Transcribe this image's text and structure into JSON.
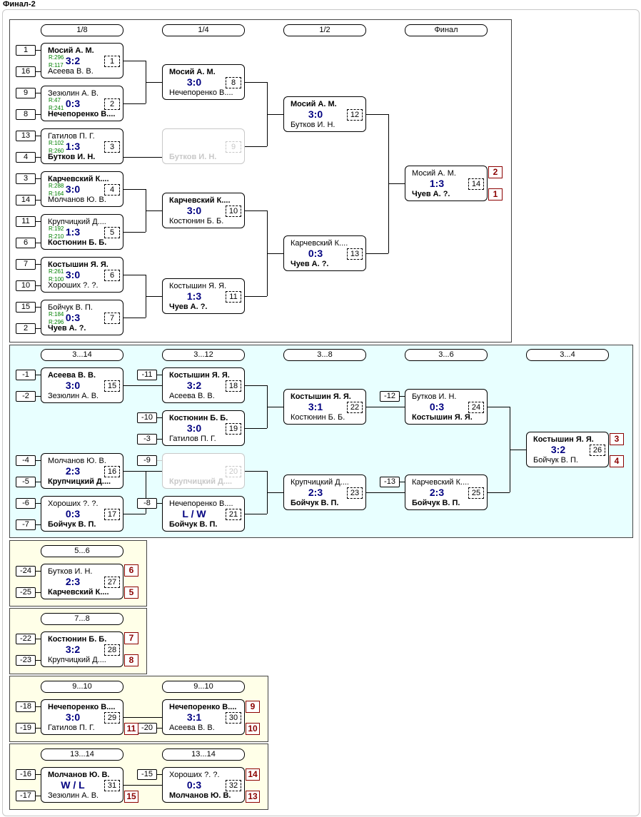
{
  "title": "Финал-2",
  "sections": [
    {
      "bg": "#ffffff",
      "rounds": [
        "1/8",
        "1/4",
        "1/2",
        "Финал"
      ],
      "seeds": [
        "1",
        "16",
        "9",
        "8",
        "13",
        "4",
        "3",
        "14",
        "11",
        "6",
        "7",
        "10",
        "15",
        "2"
      ]
    },
    {
      "bg": "#e8ffff",
      "rounds": [
        "3...14",
        "3...12",
        "3...8",
        "3...6",
        "3...4"
      ],
      "seeds": [
        "-1",
        "-2",
        "-11",
        "-10",
        "-3",
        "-4",
        "-5",
        "-9",
        "-6",
        "-7",
        "-8",
        "-12",
        "-13"
      ]
    },
    {
      "bg": "#ffffe8",
      "rounds": [
        "5...6"
      ],
      "seeds": [
        "-24",
        "-25"
      ]
    },
    {
      "bg": "#ffffe8",
      "rounds": [
        "7...8"
      ],
      "seeds": [
        "-22",
        "-23"
      ]
    },
    {
      "bg": "#ffffe8",
      "rounds": [
        "9...10",
        "9...10"
      ],
      "seeds": [
        "-18",
        "-19",
        "-20"
      ]
    },
    {
      "bg": "#ffffe8",
      "rounds": [
        "13...14",
        "13...14"
      ],
      "seeds": [
        "-16",
        "-17",
        "-15"
      ]
    }
  ],
  "matches": [
    {
      "num": "1",
      "score": "3:2",
      "p1": "Мосий А. М.",
      "p2": "Асеева В. В.",
      "win": 1,
      "r1": "R:296",
      "r2": "R:117"
    },
    {
      "num": "2",
      "score": "0:3",
      "p1": "Зезюлин А. В.",
      "p2": "Нечепоренко В....",
      "win": 2,
      "r1": "R:47",
      "r2": "R:241"
    },
    {
      "num": "3",
      "score": "1:3",
      "p1": "Гатилов П. Г.",
      "p2": "Бутков И. Н.",
      "win": 2,
      "r1": "R:102",
      "r2": "R:260"
    },
    {
      "num": "4",
      "score": "3:0",
      "p1": "Карчевский К....",
      "p2": "Молчанов Ю. В.",
      "win": 1,
      "r1": "R:288",
      "r2": "R:164"
    },
    {
      "num": "5",
      "score": "1:3",
      "p1": "Крупчицкий Д....",
      "p2": "Костюнин Б. Б.",
      "win": 2,
      "r1": "R:192",
      "r2": "R:210"
    },
    {
      "num": "6",
      "score": "3:0",
      "p1": "Костышин Я. Я.",
      "p2": "Хороших ?. ?.",
      "win": 1,
      "r1": "R:261",
      "r2": "R:100"
    },
    {
      "num": "7",
      "score": "0:3",
      "p1": "Бойчук В. П.",
      "p2": "Чуев А. ?.",
      "win": 2,
      "r1": "R:184",
      "r2": "R:296"
    },
    {
      "num": "8",
      "score": "3:0",
      "p1": "Мосий А. М.",
      "p2": "Нечепоренко В....",
      "win": 1
    },
    {
      "num": "9",
      "score": "",
      "p1": "",
      "p2": "Бутков И. Н.",
      "win": 2,
      "ghost": true
    },
    {
      "num": "10",
      "score": "3:0",
      "p1": "Карчевский К....",
      "p2": "Костюнин Б. Б.",
      "win": 1
    },
    {
      "num": "11",
      "score": "1:3",
      "p1": "Костышин Я. Я.",
      "p2": "Чуев А. ?.",
      "win": 2
    },
    {
      "num": "12",
      "score": "3:0",
      "p1": "Мосий А. М.",
      "p2": "Бутков И. Н.",
      "win": 1
    },
    {
      "num": "13",
      "score": "0:3",
      "p1": "Карчевский К....",
      "p2": "Чуев А. ?.",
      "win": 2
    },
    {
      "num": "14",
      "score": "1:3",
      "p1": "Мосий А. М.",
      "p2": "Чуев А. ?.",
      "win": 2
    },
    {
      "num": "15",
      "score": "3:0",
      "p1": "Асеева В. В.",
      "p2": "Зезюлин А. В.",
      "win": 1
    },
    {
      "num": "16",
      "score": "2:3",
      "p1": "Молчанов Ю. В.",
      "p2": "Крупчицкий Д....",
      "win": 2
    },
    {
      "num": "17",
      "score": "0:3",
      "p1": "Хороших ?. ?.",
      "p2": "Бойчук В. П.",
      "win": 2
    },
    {
      "num": "18",
      "score": "3:2",
      "p1": "Костышин Я. Я.",
      "p2": "Асеева В. В.",
      "win": 1
    },
    {
      "num": "19",
      "score": "3:0",
      "p1": "Костюнин Б. Б.",
      "p2": "Гатилов П. Г.",
      "win": 1
    },
    {
      "num": "20",
      "score": "",
      "p1": "",
      "p2": "Крупчицкий Д....",
      "win": 2,
      "ghost": true
    },
    {
      "num": "21",
      "score": "L / W",
      "p1": "Нечепоренко В....",
      "p2": "Бойчук В. П.",
      "win": 2
    },
    {
      "num": "22",
      "score": "3:1",
      "p1": "Костышин Я. Я.",
      "p2": "Костюнин Б. Б.",
      "win": 1
    },
    {
      "num": "23",
      "score": "2:3",
      "p1": "Крупчицкий Д....",
      "p2": "Бойчук В. П.",
      "win": 2
    },
    {
      "num": "24",
      "score": "0:3",
      "p1": "Бутков И. Н.",
      "p2": "Костышин Я. Я.",
      "win": 2
    },
    {
      "num": "25",
      "score": "2:3",
      "p1": "Карчевский К....",
      "p2": "Бойчук В. П.",
      "win": 2
    },
    {
      "num": "26",
      "score": "3:2",
      "p1": "Костышин Я. Я.",
      "p2": "Бойчук В. П.",
      "win": 1
    },
    {
      "num": "27",
      "score": "2:3",
      "p1": "Бутков И. Н.",
      "p2": "Карчевский К....",
      "win": 2
    },
    {
      "num": "28",
      "score": "3:2",
      "p1": "Костюнин Б. Б.",
      "p2": "Крупчицкий Д....",
      "win": 1
    },
    {
      "num": "29",
      "score": "3:0",
      "p1": "Нечепоренко В....",
      "p2": "Гатилов П. Г.",
      "win": 1
    },
    {
      "num": "30",
      "score": "3:1",
      "p1": "Нечепоренко В....",
      "p2": "Асеева В. В.",
      "win": 1
    },
    {
      "num": "31",
      "score": "W / L",
      "p1": "Молчанов Ю. В.",
      "p2": "Зезюлин А. В.",
      "win": 1
    },
    {
      "num": "32",
      "score": "0:3",
      "p1": "Хороших ?. ?.",
      "p2": "Молчанов Ю. В.",
      "win": 2
    }
  ],
  "places": [
    "2",
    "1",
    "3",
    "4",
    "6",
    "5",
    "7",
    "8",
    "11",
    "9",
    "10",
    "14",
    "15",
    "13"
  ]
}
